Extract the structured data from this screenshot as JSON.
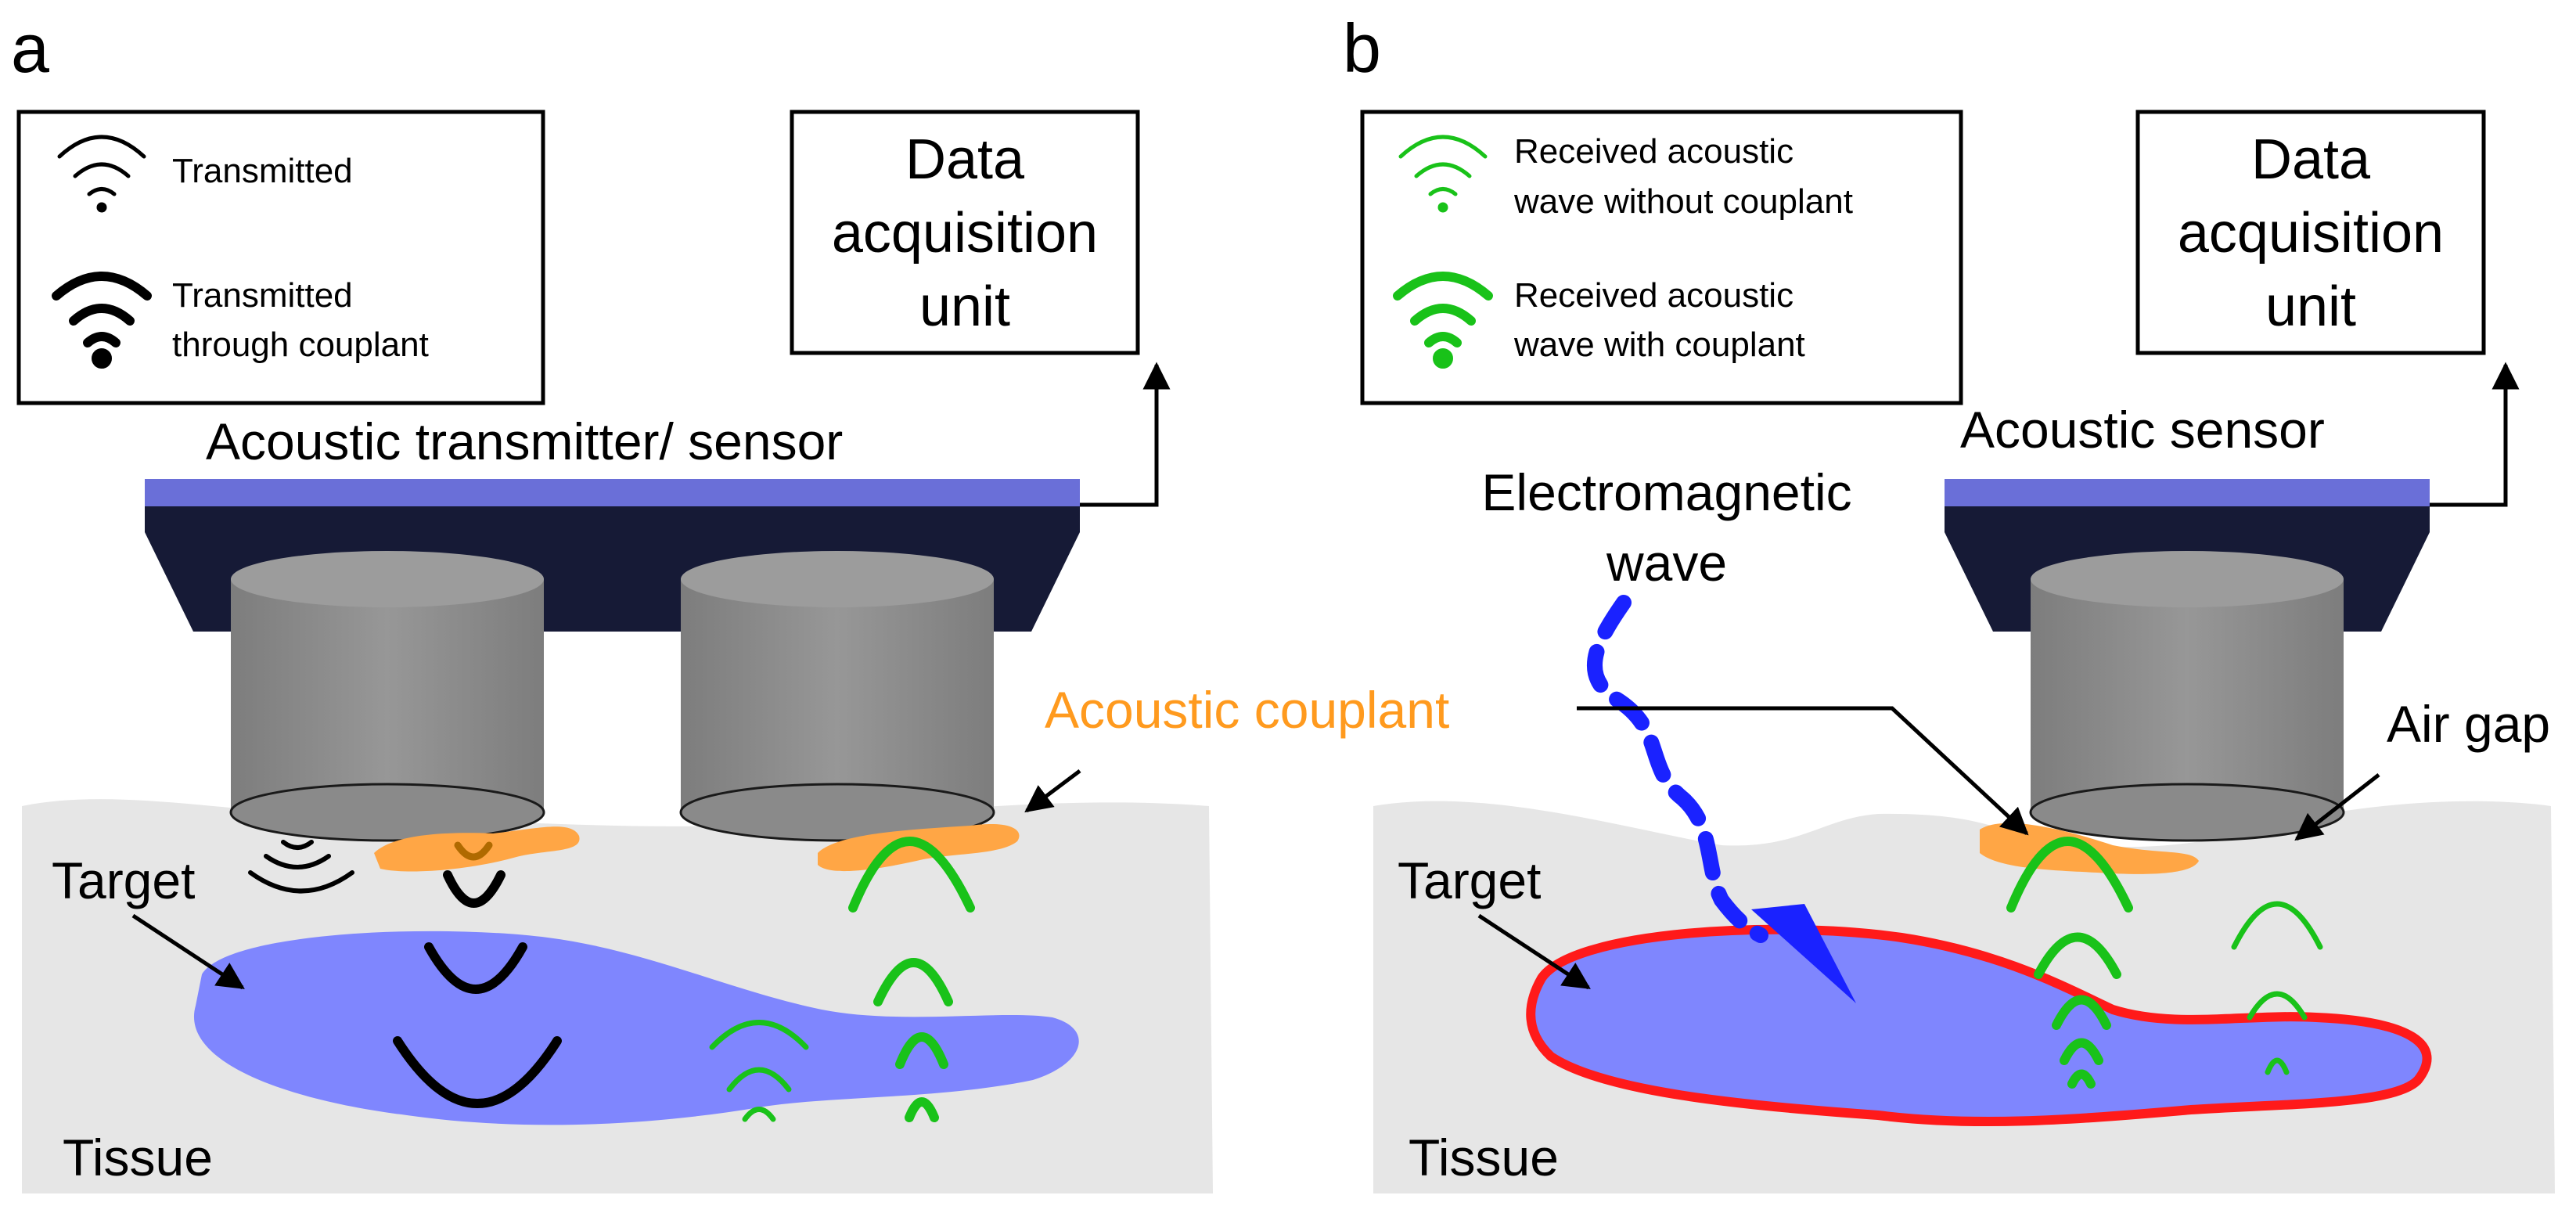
{
  "panels": {
    "a": {
      "letter": "a",
      "legend": {
        "item1": "Transmitted",
        "item2_line1": "Transmitted",
        "item2_line2": "through couplant"
      },
      "daq": {
        "line1": "Data",
        "line2": "acquisition",
        "line3": "unit"
      },
      "device_label": "Acoustic transmitter/ sensor",
      "target_label": "Target",
      "tissue_label": "Tissue"
    },
    "b": {
      "letter": "b",
      "legend": {
        "item1_line1": "Received acoustic",
        "item1_line2": "wave without couplant",
        "item2_line1": "Received acoustic",
        "item2_line2": "wave with couplant"
      },
      "daq": {
        "line1": "Data",
        "line2": "acquisition",
        "line3": "unit"
      },
      "sensor_label": "Acoustic sensor",
      "em_line1": "Electromagnetic",
      "em_line2": "wave",
      "couplant_label": "Acoustic couplant",
      "airgap_label": "Air gap",
      "target_label": "Target",
      "tissue_label": "Tissue"
    }
  },
  "colors": {
    "tissue": "#e6e6e6",
    "target": "#7f86fe",
    "target_outline": "#ff1a1a",
    "device_top": "#6a6fd8",
    "device_body": "#161a36",
    "transducer": "#8f8f8f",
    "couplant": "#ffa645",
    "couplant_text": "#ff9a1e",
    "wave_green": "#19c219",
    "em_wave": "#1a22ff"
  }
}
